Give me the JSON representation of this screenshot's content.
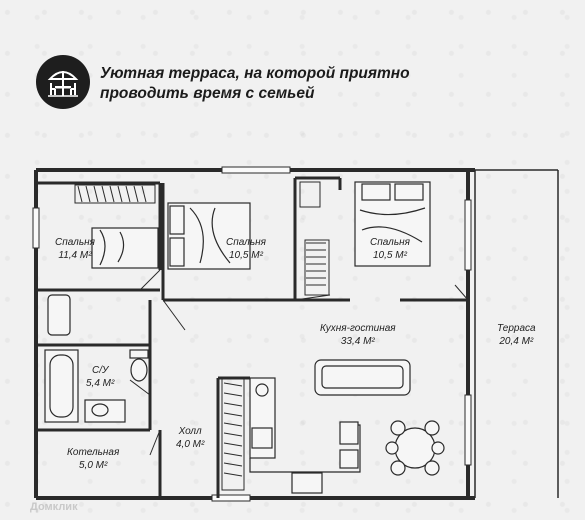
{
  "header": {
    "icon": "terrace-umbrella-icon",
    "line1": "Уютная терраса, на которой приятно",
    "line2": "проводить время с семьей"
  },
  "rooms": [
    {
      "id": "bedroom-1",
      "name": "Спальня",
      "area": "11,4 М²"
    },
    {
      "id": "bedroom-2",
      "name": "Спальня",
      "area": "10,5 М²"
    },
    {
      "id": "bedroom-3",
      "name": "Спальня",
      "area": "10,5 М²"
    },
    {
      "id": "kitchen-living",
      "name": "Кухня-гостиная",
      "area": "33,4 М²"
    },
    {
      "id": "terrace",
      "name": "Терраса",
      "area": "20,4 М²"
    },
    {
      "id": "bathroom",
      "name": "С/У",
      "area": "5,4 М²"
    },
    {
      "id": "hall",
      "name": "Холл",
      "area": "4,0 М²"
    },
    {
      "id": "boiler",
      "name": "Котельная",
      "area": "5,0 М²"
    }
  ],
  "watermark": "Домклик",
  "colors": {
    "wall": "#2a2a2a",
    "badge": "#1e1e1e",
    "text": "#1b1b1b"
  }
}
